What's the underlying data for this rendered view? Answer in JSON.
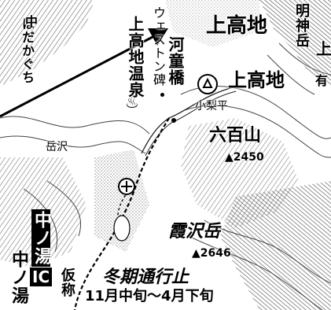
{
  "labels": {
    "kamikochi_area": "上高地",
    "kamikochi_place": "上高地",
    "kamikochi_onsen": "上高地温泉",
    "kappabashi": "河童橋",
    "weston_monument": "ウェストン碑",
    "kosashidaira": "小梨平",
    "roppyakuzan": "六百山",
    "roppyakuzan_elev": "▲2450",
    "kasumizawadake": "霞沢岳",
    "kasumizawadake_elev": "▲2646",
    "dakesawa_ridge": "岳沢",
    "mountain_right": "明神岳",
    "hodaka_pass": "ほだかぐち",
    "naka_prefix": "中",
    "nakanoyu_ic_vertical": "中ノ湯",
    "nakanoyu_ic_letter": "IC",
    "nakanoyu_left": "中ノ湯",
    "temporary_label": "仮称",
    "winter_closed": "冬期通行止",
    "winter_period": "11月中旬〜4月下旬",
    "edge_char_right": "有",
    "edge_char_top_right": "上"
  },
  "colors": {
    "ink": "#000000",
    "terrain": "#777777",
    "paper": "#ffffff"
  }
}
